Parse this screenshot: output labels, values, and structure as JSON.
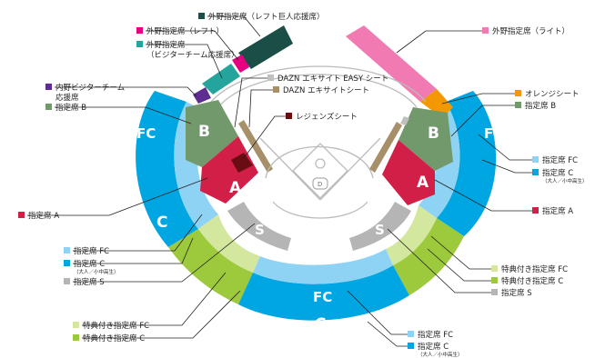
{
  "colors": {
    "fc": "#8fd3f4",
    "c": "#00a6e2",
    "special_fc": "#d4e79e",
    "special_c": "#9dc93d",
    "s": "#b5b5b5",
    "a": "#d21f47",
    "b": "#72996b",
    "legends": "#6a0d12",
    "easy": "#c0c0c0",
    "excite": "#a68f69",
    "giants": "#1a4e46",
    "outfield_left": "#e4007f",
    "visitor_cheer": "#25a49d",
    "infield_visitor": "#5f2c91",
    "outfield_right": "#f07ab1",
    "orange": "#f39800"
  },
  "map_labels": {
    "fc_left": "FC",
    "fc_right": "FC",
    "fc_bottom": "FC",
    "c_left": "C",
    "c_bottom": "C",
    "b_left": "B",
    "b_right": "B",
    "a_left": "A",
    "a_right": "A",
    "s_left": "S",
    "s_right": "S",
    "home_plate": "D"
  },
  "legend": {
    "giants_cheer": "外野指定席（レフト巨人応援席）",
    "outfield_left": "外野指定席（レフト）",
    "visitor_cheer_1": "外野指定席",
    "visitor_cheer_2": "（ビジターチーム応援席）",
    "infield_visitor_1": "内野ビジターチーム",
    "infield_visitor_2": "応援席",
    "b_left": "指定席 B",
    "a_left": "指定席 A",
    "fc_left": "指定席 FC",
    "c_left": "指定席 C",
    "c_left_note": "（大人／小中高生）",
    "s_left": "指定席 S",
    "special_fc_left": "特典付き指定席 FC",
    "special_c_left": "特典付き指定席 C",
    "easy": "DAZN エキサイト EASY シート",
    "excite": "DAZN エキサイトシート",
    "legends": "レジェンズシート",
    "outfield_right": "外野指定席（ライト）",
    "orange": "オレンジシート",
    "b_right": "指定席 B",
    "fc_right": "指定席 FC",
    "c_right": "指定席 C",
    "c_right_note": "（大人／小中高生）",
    "a_right": "指定席 A",
    "special_fc_right": "特典付き指定席 FC",
    "special_c_right": "特典付き指定席 C",
    "s_right": "指定席 S",
    "fc_bottom": "指定席 FC",
    "c_bottom": "指定席 C",
    "c_bottom_note": "（大人／小中高生）"
  }
}
